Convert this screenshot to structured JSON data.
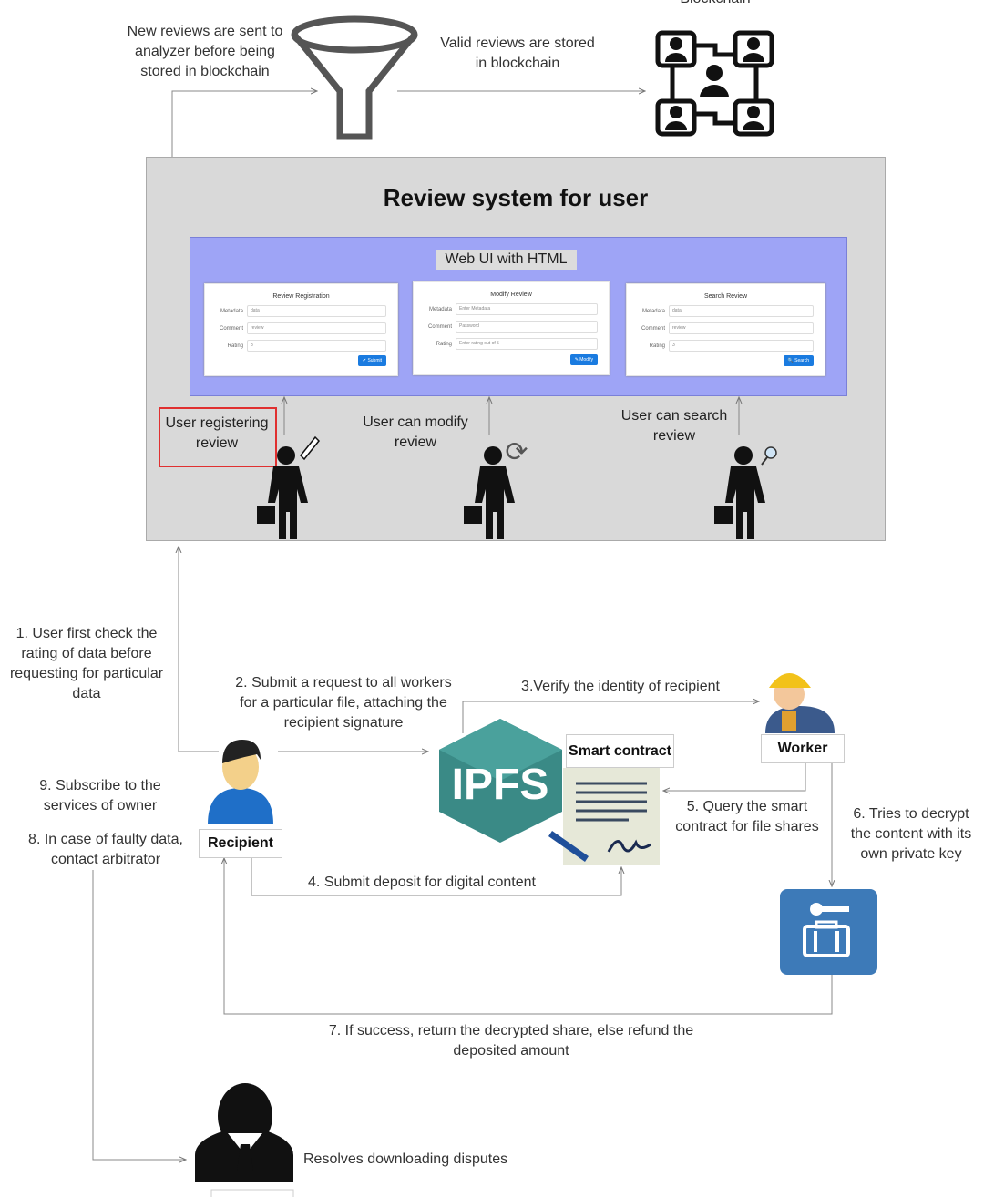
{
  "top": {
    "blockchain_label": "Blockchain",
    "analyzer_text": "New reviews are sent to\nanalyzer before being\nstored in blockchain",
    "stored_text": "Valid reviews are stored\nin blockchain"
  },
  "system": {
    "title": "Review system for user",
    "web_ui_label": "Web UI with HTML",
    "forms": [
      {
        "title": "Review Registration",
        "fields": [
          {
            "label": "Metadata",
            "value": "data"
          },
          {
            "label": "Comment",
            "value": "review"
          },
          {
            "label": "Rating",
            "value": "3"
          }
        ],
        "button": "✔ Submit"
      },
      {
        "title": "Modify Review",
        "fields": [
          {
            "label": "Metadata",
            "value": "Enter Metadata"
          },
          {
            "label": "Comment",
            "value": "Password"
          },
          {
            "label": "Rating",
            "value": "Enter rating out of 5"
          }
        ],
        "button": "✎ Modify"
      },
      {
        "title": "Search Review",
        "fields": [
          {
            "label": "Metadata",
            "value": "data"
          },
          {
            "label": "Comment",
            "value": "review"
          },
          {
            "label": "Rating",
            "value": "3"
          }
        ],
        "button": "🔍 Search"
      }
    ],
    "actions": [
      "User registering\nreview",
      "User can modify\nreview",
      "User can search\nreview"
    ]
  },
  "flow": {
    "step1": "1. User first check the\nrating of data before\nrequesting for particular\ndata",
    "step2": "2. Submit a request to all workers\nfor a particular file, attaching the\nrecipient signature",
    "step3": "3.Verify the identity of recipient",
    "step4": "4. Submit deposit for digital content",
    "step5": "5. Query the smart\ncontract for file shares",
    "step6": "6. Tries to decrypt\nthe content with its\nown private key",
    "step7": "7. If success, return the decrypted share, else refund the\ndeposited amount",
    "step8": "8. In case of faulty data,\ncontact arbitrator",
    "step9": "9. Subscribe to the\nservices of owner",
    "arbitrator_text": "Resolves downloading disputes"
  },
  "labels": {
    "recipient": "Recipient",
    "worker": "Worker",
    "smart_contract": "Smart contract",
    "ipfs": "IPFS"
  },
  "colors": {
    "gray_box": "#d9d9d9",
    "web_ui": "#9ea4f6",
    "ipfs": "#3a8a86",
    "key_box": "#3d7ab8",
    "highlight": "#e03030"
  }
}
